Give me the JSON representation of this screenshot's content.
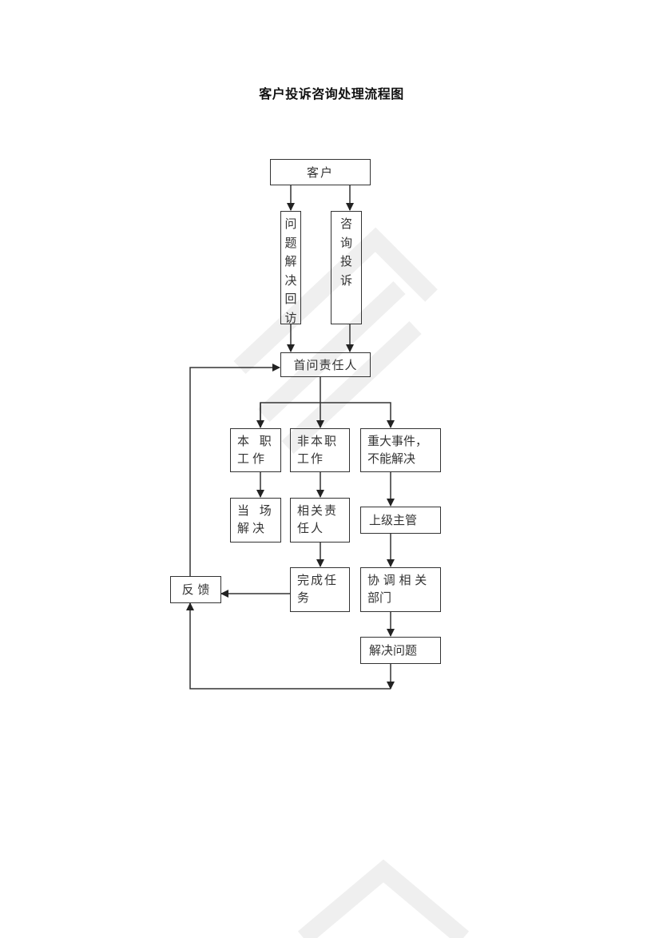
{
  "title": "客户投诉咨询处理流程图",
  "colors": {
    "line": "#333333",
    "text": "#333333",
    "watermark": "#f0f0f0",
    "background": "#ffffff"
  },
  "nodes": {
    "customer": {
      "label": "客户"
    },
    "revisit": {
      "label": "问题解决回访",
      "chars": [
        "问",
        "题",
        "解",
        "决",
        "回",
        "访"
      ]
    },
    "consult": {
      "label": "咨询投诉",
      "chars": [
        "咨",
        "询",
        "投",
        "诉"
      ]
    },
    "first_responder": {
      "label": "首问责任人"
    },
    "own_duty": {
      "line1": "本 职",
      "line2": "工作"
    },
    "non_own_duty": {
      "line1": "非本职",
      "line2": "工作"
    },
    "major_event": {
      "line1": "重大事件，",
      "line2": "不能解决"
    },
    "solve_on_spot": {
      "line1": "当 场",
      "line2": "解决"
    },
    "responsible_person": {
      "line1": "相关责",
      "line2": "任人"
    },
    "supervisor": {
      "label": "上级主管"
    },
    "complete_task": {
      "line1": "完成任",
      "line2": "务"
    },
    "coordinate": {
      "line1": "协 调 相 关",
      "line2": "部门"
    },
    "feedback": {
      "label": "反 馈"
    },
    "resolve": {
      "label": "解决问题"
    }
  },
  "edges": [
    {
      "from": "customer",
      "to": "revisit"
    },
    {
      "from": "customer",
      "to": "consult"
    },
    {
      "from": "revisit",
      "to": "first_responder"
    },
    {
      "from": "consult",
      "to": "first_responder"
    },
    {
      "from": "first_responder",
      "to": "own_duty"
    },
    {
      "from": "first_responder",
      "to": "non_own_duty"
    },
    {
      "from": "first_responder",
      "to": "major_event"
    },
    {
      "from": "own_duty",
      "to": "solve_on_spot"
    },
    {
      "from": "non_own_duty",
      "to": "responsible_person"
    },
    {
      "from": "responsible_person",
      "to": "complete_task"
    },
    {
      "from": "complete_task",
      "to": "feedback"
    },
    {
      "from": "major_event",
      "to": "supervisor"
    },
    {
      "from": "supervisor",
      "to": "coordinate"
    },
    {
      "from": "coordinate",
      "to": "resolve"
    },
    {
      "from": "resolve",
      "to": "feedback"
    },
    {
      "from": "feedback",
      "to": "first_responder"
    }
  ]
}
